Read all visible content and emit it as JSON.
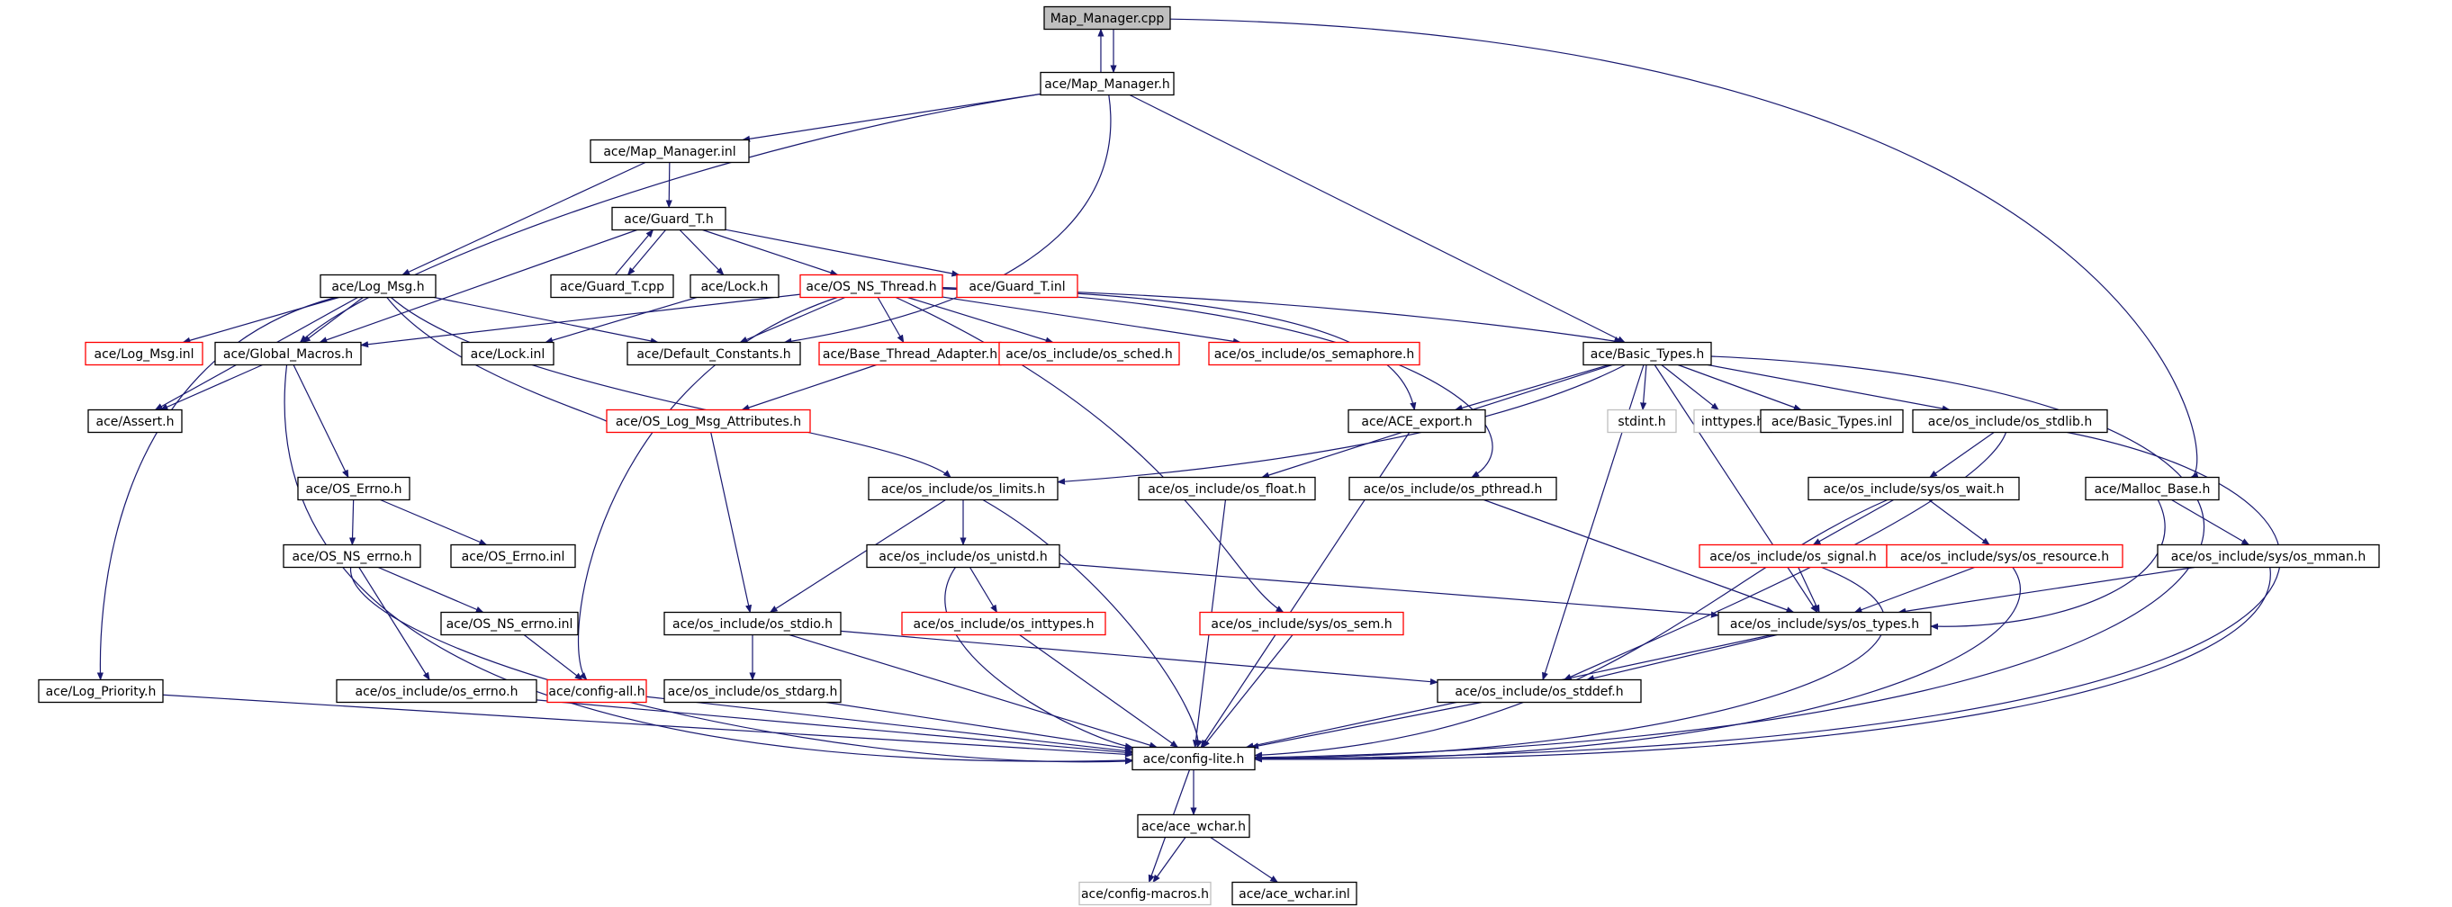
{
  "colors": {
    "edge": "#191970",
    "default_border": "#000000",
    "missing_border": "#ff0000",
    "system_border": "#bfbfbf",
    "root_fill": "#bfbfbf",
    "node_fill": "#ffffff"
  },
  "nodes": [
    {
      "id": "root",
      "label": "Map_Manager.cpp",
      "kind": "root"
    },
    {
      "id": "map_h",
      "label": "ace/Map_Manager.h",
      "kind": "default"
    },
    {
      "id": "map_inl",
      "label": "ace/Map_Manager.inl",
      "kind": "default"
    },
    {
      "id": "guard_h",
      "label": "ace/Guard_T.h",
      "kind": "default"
    },
    {
      "id": "log_msg_h",
      "label": "ace/Log_Msg.h",
      "kind": "default"
    },
    {
      "id": "guard_cpp",
      "label": "ace/Guard_T.cpp",
      "kind": "default"
    },
    {
      "id": "lock_h",
      "label": "ace/Lock.h",
      "kind": "default"
    },
    {
      "id": "os_ns_thread",
      "label": "ace/OS_NS_Thread.h",
      "kind": "missing"
    },
    {
      "id": "guard_inl",
      "label": "ace/Guard_T.inl",
      "kind": "missing"
    },
    {
      "id": "log_msg_inl",
      "label": "ace/Log_Msg.inl",
      "kind": "missing"
    },
    {
      "id": "global_macros",
      "label": "ace/Global_Macros.h",
      "kind": "default"
    },
    {
      "id": "lock_inl",
      "label": "ace/Lock.inl",
      "kind": "default"
    },
    {
      "id": "default_constants",
      "label": "ace/Default_Constants.h",
      "kind": "default"
    },
    {
      "id": "base_thread",
      "label": "ace/Base_Thread_Adapter.h",
      "kind": "missing"
    },
    {
      "id": "os_sched",
      "label": "ace/os_include/os_sched.h",
      "kind": "missing"
    },
    {
      "id": "os_semaphore",
      "label": "ace/os_include/os_semaphore.h",
      "kind": "missing"
    },
    {
      "id": "basic_types_h",
      "label": "ace/Basic_Types.h",
      "kind": "default"
    },
    {
      "id": "assert_h",
      "label": "ace/Assert.h",
      "kind": "default"
    },
    {
      "id": "os_log_attr",
      "label": "ace/OS_Log_Msg_Attributes.h",
      "kind": "missing"
    },
    {
      "id": "ace_export",
      "label": "ace/ACE_export.h",
      "kind": "default"
    },
    {
      "id": "stdint",
      "label": "stdint.h",
      "kind": "system"
    },
    {
      "id": "inttypes",
      "label": "inttypes.h",
      "kind": "system"
    },
    {
      "id": "basic_types_inl",
      "label": "ace/Basic_Types.inl",
      "kind": "default"
    },
    {
      "id": "os_stdlib",
      "label": "ace/os_include/os_stdlib.h",
      "kind": "default"
    },
    {
      "id": "os_errno_h",
      "label": "ace/OS_Errno.h",
      "kind": "default"
    },
    {
      "id": "os_limits",
      "label": "ace/os_include/os_limits.h",
      "kind": "default"
    },
    {
      "id": "os_float",
      "label": "ace/os_include/os_float.h",
      "kind": "default"
    },
    {
      "id": "os_pthread",
      "label": "ace/os_include/os_pthread.h",
      "kind": "default"
    },
    {
      "id": "sys_wait",
      "label": "ace/os_include/sys/os_wait.h",
      "kind": "default"
    },
    {
      "id": "malloc_base",
      "label": "ace/Malloc_Base.h",
      "kind": "default"
    },
    {
      "id": "os_ns_errno_h",
      "label": "ace/OS_NS_errno.h",
      "kind": "default"
    },
    {
      "id": "os_errno_inl",
      "label": "ace/OS_Errno.inl",
      "kind": "default"
    },
    {
      "id": "os_unistd",
      "label": "ace/os_include/os_unistd.h",
      "kind": "default"
    },
    {
      "id": "os_signal",
      "label": "ace/os_include/os_signal.h",
      "kind": "missing"
    },
    {
      "id": "sys_resource",
      "label": "ace/os_include/sys/os_resource.h",
      "kind": "missing"
    },
    {
      "id": "sys_mman",
      "label": "ace/os_include/sys/os_mman.h",
      "kind": "default"
    },
    {
      "id": "os_ns_errno_inl",
      "label": "ace/OS_NS_errno.inl",
      "kind": "default"
    },
    {
      "id": "os_inttypes",
      "label": "ace/os_include/os_inttypes.h",
      "kind": "missing"
    },
    {
      "id": "sys_sem",
      "label": "ace/os_include/sys/os_sem.h",
      "kind": "missing"
    },
    {
      "id": "os_stdio",
      "label": "ace/os_include/os_stdio.h",
      "kind": "default"
    },
    {
      "id": "sys_types",
      "label": "ace/os_include/sys/os_types.h",
      "kind": "default"
    },
    {
      "id": "log_priority",
      "label": "ace/Log_Priority.h",
      "kind": "default"
    },
    {
      "id": "os_errno_inc",
      "label": "ace/os_include/os_errno.h",
      "kind": "default"
    },
    {
      "id": "config_all",
      "label": "ace/config-all.h",
      "kind": "missing"
    },
    {
      "id": "os_stdarg",
      "label": "ace/os_include/os_stdarg.h",
      "kind": "default"
    },
    {
      "id": "os_stddef",
      "label": "ace/os_include/os_stddef.h",
      "kind": "default"
    },
    {
      "id": "config_lite",
      "label": "ace/config-lite.h",
      "kind": "default"
    },
    {
      "id": "ace_wchar_h",
      "label": "ace/ace_wchar.h",
      "kind": "default"
    },
    {
      "id": "config_macros",
      "label": "ace/config-macros.h",
      "kind": "system"
    },
    {
      "id": "ace_wchar_inl",
      "label": "ace/ace_wchar.inl",
      "kind": "default"
    }
  ],
  "edges": [
    [
      "root",
      "map_h"
    ],
    [
      "map_h",
      "root"
    ],
    [
      "root",
      "malloc_base"
    ],
    [
      "map_h",
      "map_inl"
    ],
    [
      "map_h",
      "global_macros"
    ],
    [
      "map_h",
      "default_constants"
    ],
    [
      "map_h",
      "basic_types_h"
    ],
    [
      "map_inl",
      "guard_h"
    ],
    [
      "map_inl",
      "log_msg_h"
    ],
    [
      "guard_h",
      "guard_cpp"
    ],
    [
      "guard_cpp",
      "guard_h"
    ],
    [
      "guard_h",
      "lock_h"
    ],
    [
      "guard_h",
      "os_ns_thread"
    ],
    [
      "guard_h",
      "guard_inl"
    ],
    [
      "guard_h",
      "global_macros"
    ],
    [
      "lock_h",
      "lock_inl"
    ],
    [
      "log_msg_h",
      "log_msg_inl"
    ],
    [
      "log_msg_h",
      "global_macros"
    ],
    [
      "log_msg_h",
      "default_constants"
    ],
    [
      "log_msg_h",
      "assert_h"
    ],
    [
      "log_msg_h",
      "os_log_attr"
    ],
    [
      "log_msg_h",
      "log_priority"
    ],
    [
      "log_msg_h",
      "os_limits"
    ],
    [
      "os_ns_thread",
      "global_macros"
    ],
    [
      "os_ns_thread",
      "default_constants"
    ],
    [
      "os_ns_thread",
      "base_thread"
    ],
    [
      "os_ns_thread",
      "os_sched"
    ],
    [
      "os_ns_thread",
      "os_semaphore"
    ],
    [
      "os_ns_thread",
      "basic_types_h"
    ],
    [
      "os_ns_thread",
      "ace_export"
    ],
    [
      "os_ns_thread",
      "os_pthread"
    ],
    [
      "os_ns_thread",
      "sys_sem"
    ],
    [
      "os_ns_thread",
      "config_all"
    ],
    [
      "base_thread",
      "os_log_attr"
    ],
    [
      "global_macros",
      "assert_h"
    ],
    [
      "global_macros",
      "os_errno_h"
    ],
    [
      "global_macros",
      "config_lite"
    ],
    [
      "os_log_attr",
      "os_stdio"
    ],
    [
      "basic_types_h",
      "ace_export"
    ],
    [
      "basic_types_h",
      "stdint"
    ],
    [
      "basic_types_h",
      "inttypes"
    ],
    [
      "basic_types_h",
      "basic_types_inl"
    ],
    [
      "basic_types_h",
      "os_stdlib"
    ],
    [
      "basic_types_h",
      "os_limits"
    ],
    [
      "basic_types_h",
      "os_float"
    ],
    [
      "basic_types_h",
      "sys_types"
    ],
    [
      "basic_types_h",
      "os_stddef"
    ],
    [
      "basic_types_h",
      "config_lite"
    ],
    [
      "ace_export",
      "config_lite"
    ],
    [
      "os_stdlib",
      "sys_wait"
    ],
    [
      "os_stdlib",
      "os_stddef"
    ],
    [
      "os_stdlib",
      "config_lite"
    ],
    [
      "os_errno_h",
      "os_ns_errno_h"
    ],
    [
      "os_errno_h",
      "os_errno_inl"
    ],
    [
      "os_limits",
      "os_unistd"
    ],
    [
      "os_limits",
      "os_stdio"
    ],
    [
      "os_limits",
      "config_lite"
    ],
    [
      "os_float",
      "config_lite"
    ],
    [
      "os_pthread",
      "sys_types"
    ],
    [
      "sys_wait",
      "os_signal"
    ],
    [
      "sys_wait",
      "sys_resource"
    ],
    [
      "sys_wait",
      "config_lite"
    ],
    [
      "malloc_base",
      "sys_mman"
    ],
    [
      "malloc_base",
      "sys_types"
    ],
    [
      "os_ns_errno_h",
      "os_ns_errno_inl"
    ],
    [
      "os_ns_errno_h",
      "os_errno_inc"
    ],
    [
      "os_ns_errno_h",
      "config_lite"
    ],
    [
      "os_unistd",
      "os_inttypes"
    ],
    [
      "os_unistd",
      "sys_types"
    ],
    [
      "os_unistd",
      "config_lite"
    ],
    [
      "os_signal",
      "sys_types"
    ],
    [
      "os_signal",
      "config_lite"
    ],
    [
      "sys_resource",
      "sys_types"
    ],
    [
      "sys_resource",
      "config_lite"
    ],
    [
      "sys_mman",
      "sys_types"
    ],
    [
      "sys_mman",
      "config_lite"
    ],
    [
      "os_ns_errno_inl",
      "config_all"
    ],
    [
      "os_inttypes",
      "config_lite"
    ],
    [
      "sys_sem",
      "config_lite"
    ],
    [
      "os_stdio",
      "os_stdarg"
    ],
    [
      "os_stdio",
      "os_stddef"
    ],
    [
      "os_stdio",
      "config_lite"
    ],
    [
      "sys_types",
      "os_stddef"
    ],
    [
      "sys_types",
      "config_lite"
    ],
    [
      "log_priority",
      "config_lite"
    ],
    [
      "os_errno_inc",
      "config_lite"
    ],
    [
      "config_all",
      "config_lite"
    ],
    [
      "os_stdarg",
      "config_lite"
    ],
    [
      "os_stddef",
      "config_lite"
    ],
    [
      "config_lite",
      "ace_wchar_h"
    ],
    [
      "config_lite",
      "config_macros"
    ],
    [
      "ace_wchar_h",
      "config_macros"
    ],
    [
      "ace_wchar_h",
      "ace_wchar_inl"
    ]
  ]
}
